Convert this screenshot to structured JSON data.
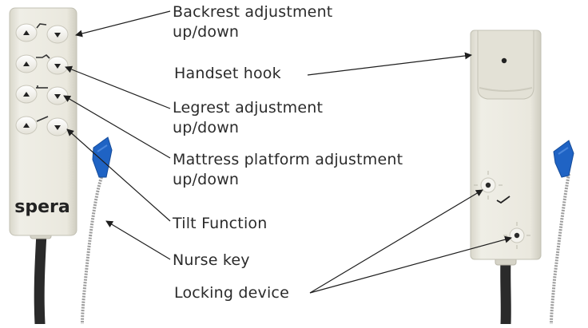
{
  "labels": {
    "backrest": {
      "line1": "Backrest adjustment",
      "line2": "up/down"
    },
    "handset_hook": "Handset hook",
    "legrest": {
      "line1": "Legrest adjustment",
      "line2": "up/down"
    },
    "mattress": {
      "line1": "Mattress platform adjustment",
      "line2": "up/down"
    },
    "tilt": "Tilt Function",
    "nurse_key": "Nurse key",
    "locking": "Locking device"
  },
  "brand": "spera",
  "colors": {
    "handset_body": "#e9e7dc",
    "nurse_key": "#1f63c4",
    "cable": "#2a2a2a",
    "chain": "#9d9d9d",
    "label_text": "#2b2b2b"
  }
}
